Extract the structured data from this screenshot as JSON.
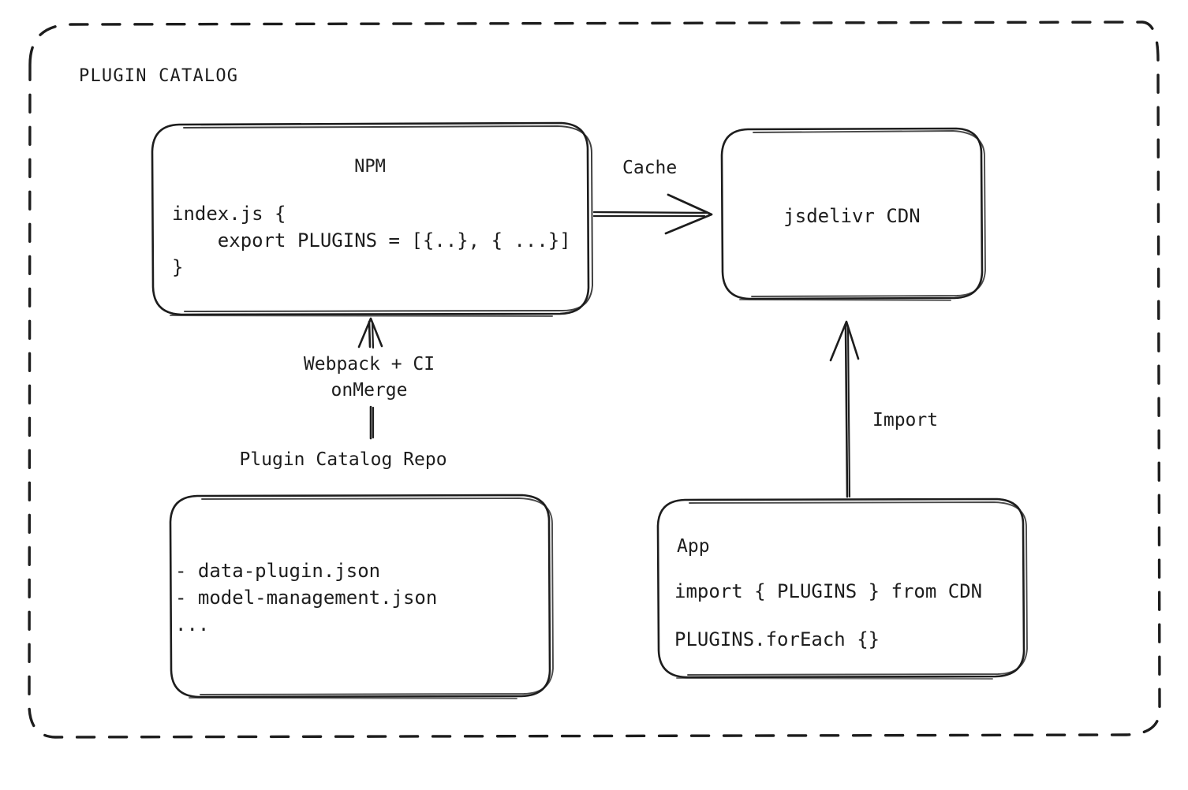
{
  "diagram": {
    "title": "PLUGIN CATALOG",
    "style": {
      "stroke": "#1d1d1d",
      "background": "#ffffff",
      "group_border": "dashed"
    }
  },
  "nodes": {
    "npm": {
      "label": "NPM",
      "code": "index.js {\n    export PLUGINS = [{..}, { ...}]\n}"
    },
    "cdn": {
      "label": "jsdelivr CDN"
    },
    "repo": {
      "caption": "Plugin Catalog Repo",
      "files": "- data-plugin.json\n- model-management.json\n..."
    },
    "app": {
      "label": "App",
      "line1": "import { PLUGINS } from CDN",
      "line2": "PLUGINS.forEach {}"
    }
  },
  "edges": {
    "npm_to_cdn": {
      "label": "Cache",
      "from": "npm",
      "to": "cdn",
      "direction": "right"
    },
    "repo_to_npm": {
      "label": "Webpack + CI\nonMerge",
      "from": "repo",
      "to": "npm",
      "direction": "up"
    },
    "cdn_to_app": {
      "label": "Import",
      "from": "app",
      "to": "cdn",
      "direction": "up"
    }
  }
}
